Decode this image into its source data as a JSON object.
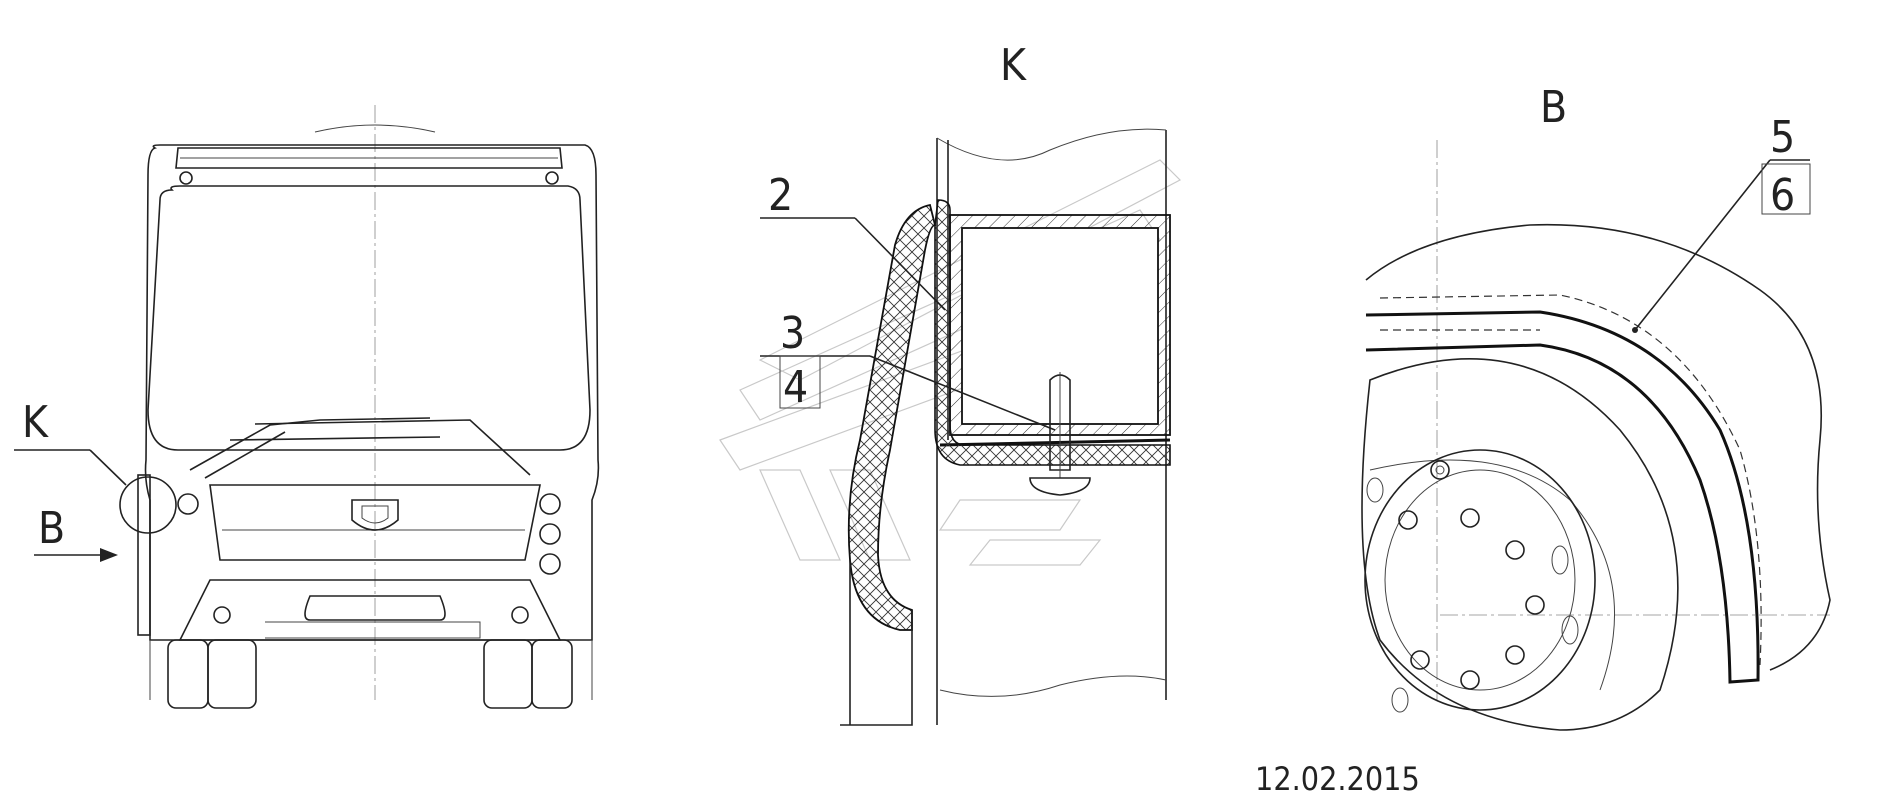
{
  "labels": {
    "view_k_title": "K",
    "view_b_title": "B",
    "front_callout_k": "K",
    "front_arrow_b": "B",
    "part_2": "2",
    "part_3": "3",
    "part_4": "4",
    "part_5": "5",
    "part_6": "6"
  },
  "date": "12.02.2015",
  "colors": {
    "line": "#222222",
    "background": "#ffffff",
    "watermark": "#c9c9c9"
  }
}
